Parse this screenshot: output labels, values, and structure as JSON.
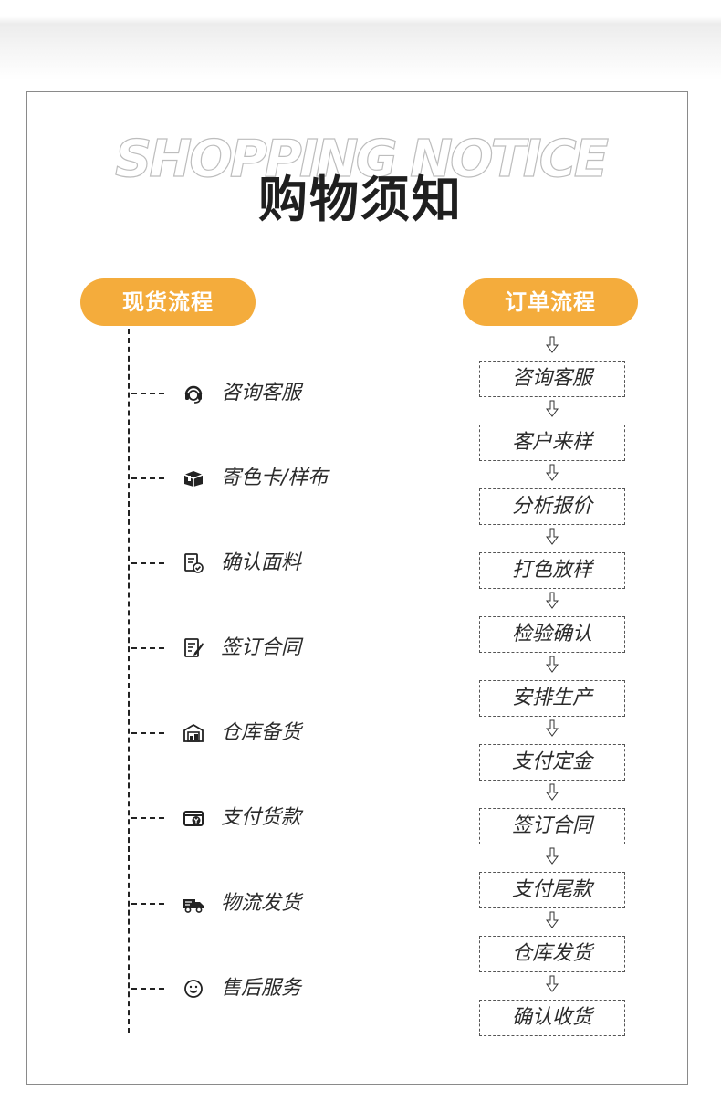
{
  "header": {
    "en_title": "SHOPPING NOTICE",
    "cn_title": "购物须知"
  },
  "left_flow": {
    "title": "现货流程",
    "steps": [
      {
        "label": "咨询客服",
        "icon": "headset-icon"
      },
      {
        "label": "寄色卡/样布",
        "icon": "package-icon"
      },
      {
        "label": "确认面料",
        "icon": "document-check-icon"
      },
      {
        "label": "签订合同",
        "icon": "contract-sign-icon"
      },
      {
        "label": "仓库备货",
        "icon": "warehouse-icon"
      },
      {
        "label": "支付货款",
        "icon": "wallet-icon"
      },
      {
        "label": "物流发货",
        "icon": "truck-icon"
      },
      {
        "label": "售后服务",
        "icon": "smile-icon"
      }
    ]
  },
  "right_flow": {
    "title": "订单流程",
    "steps": [
      "咨询客服",
      "客户来样",
      "分析报价",
      "打色放样",
      "检验确认",
      "安排生产",
      "支付定金",
      "签订合同",
      "支付尾款",
      "仓库发货",
      "确认收货"
    ]
  },
  "colors": {
    "accent": "#f4ac3c",
    "text": "#2b2b2b",
    "frame": "#8a8a8a"
  }
}
